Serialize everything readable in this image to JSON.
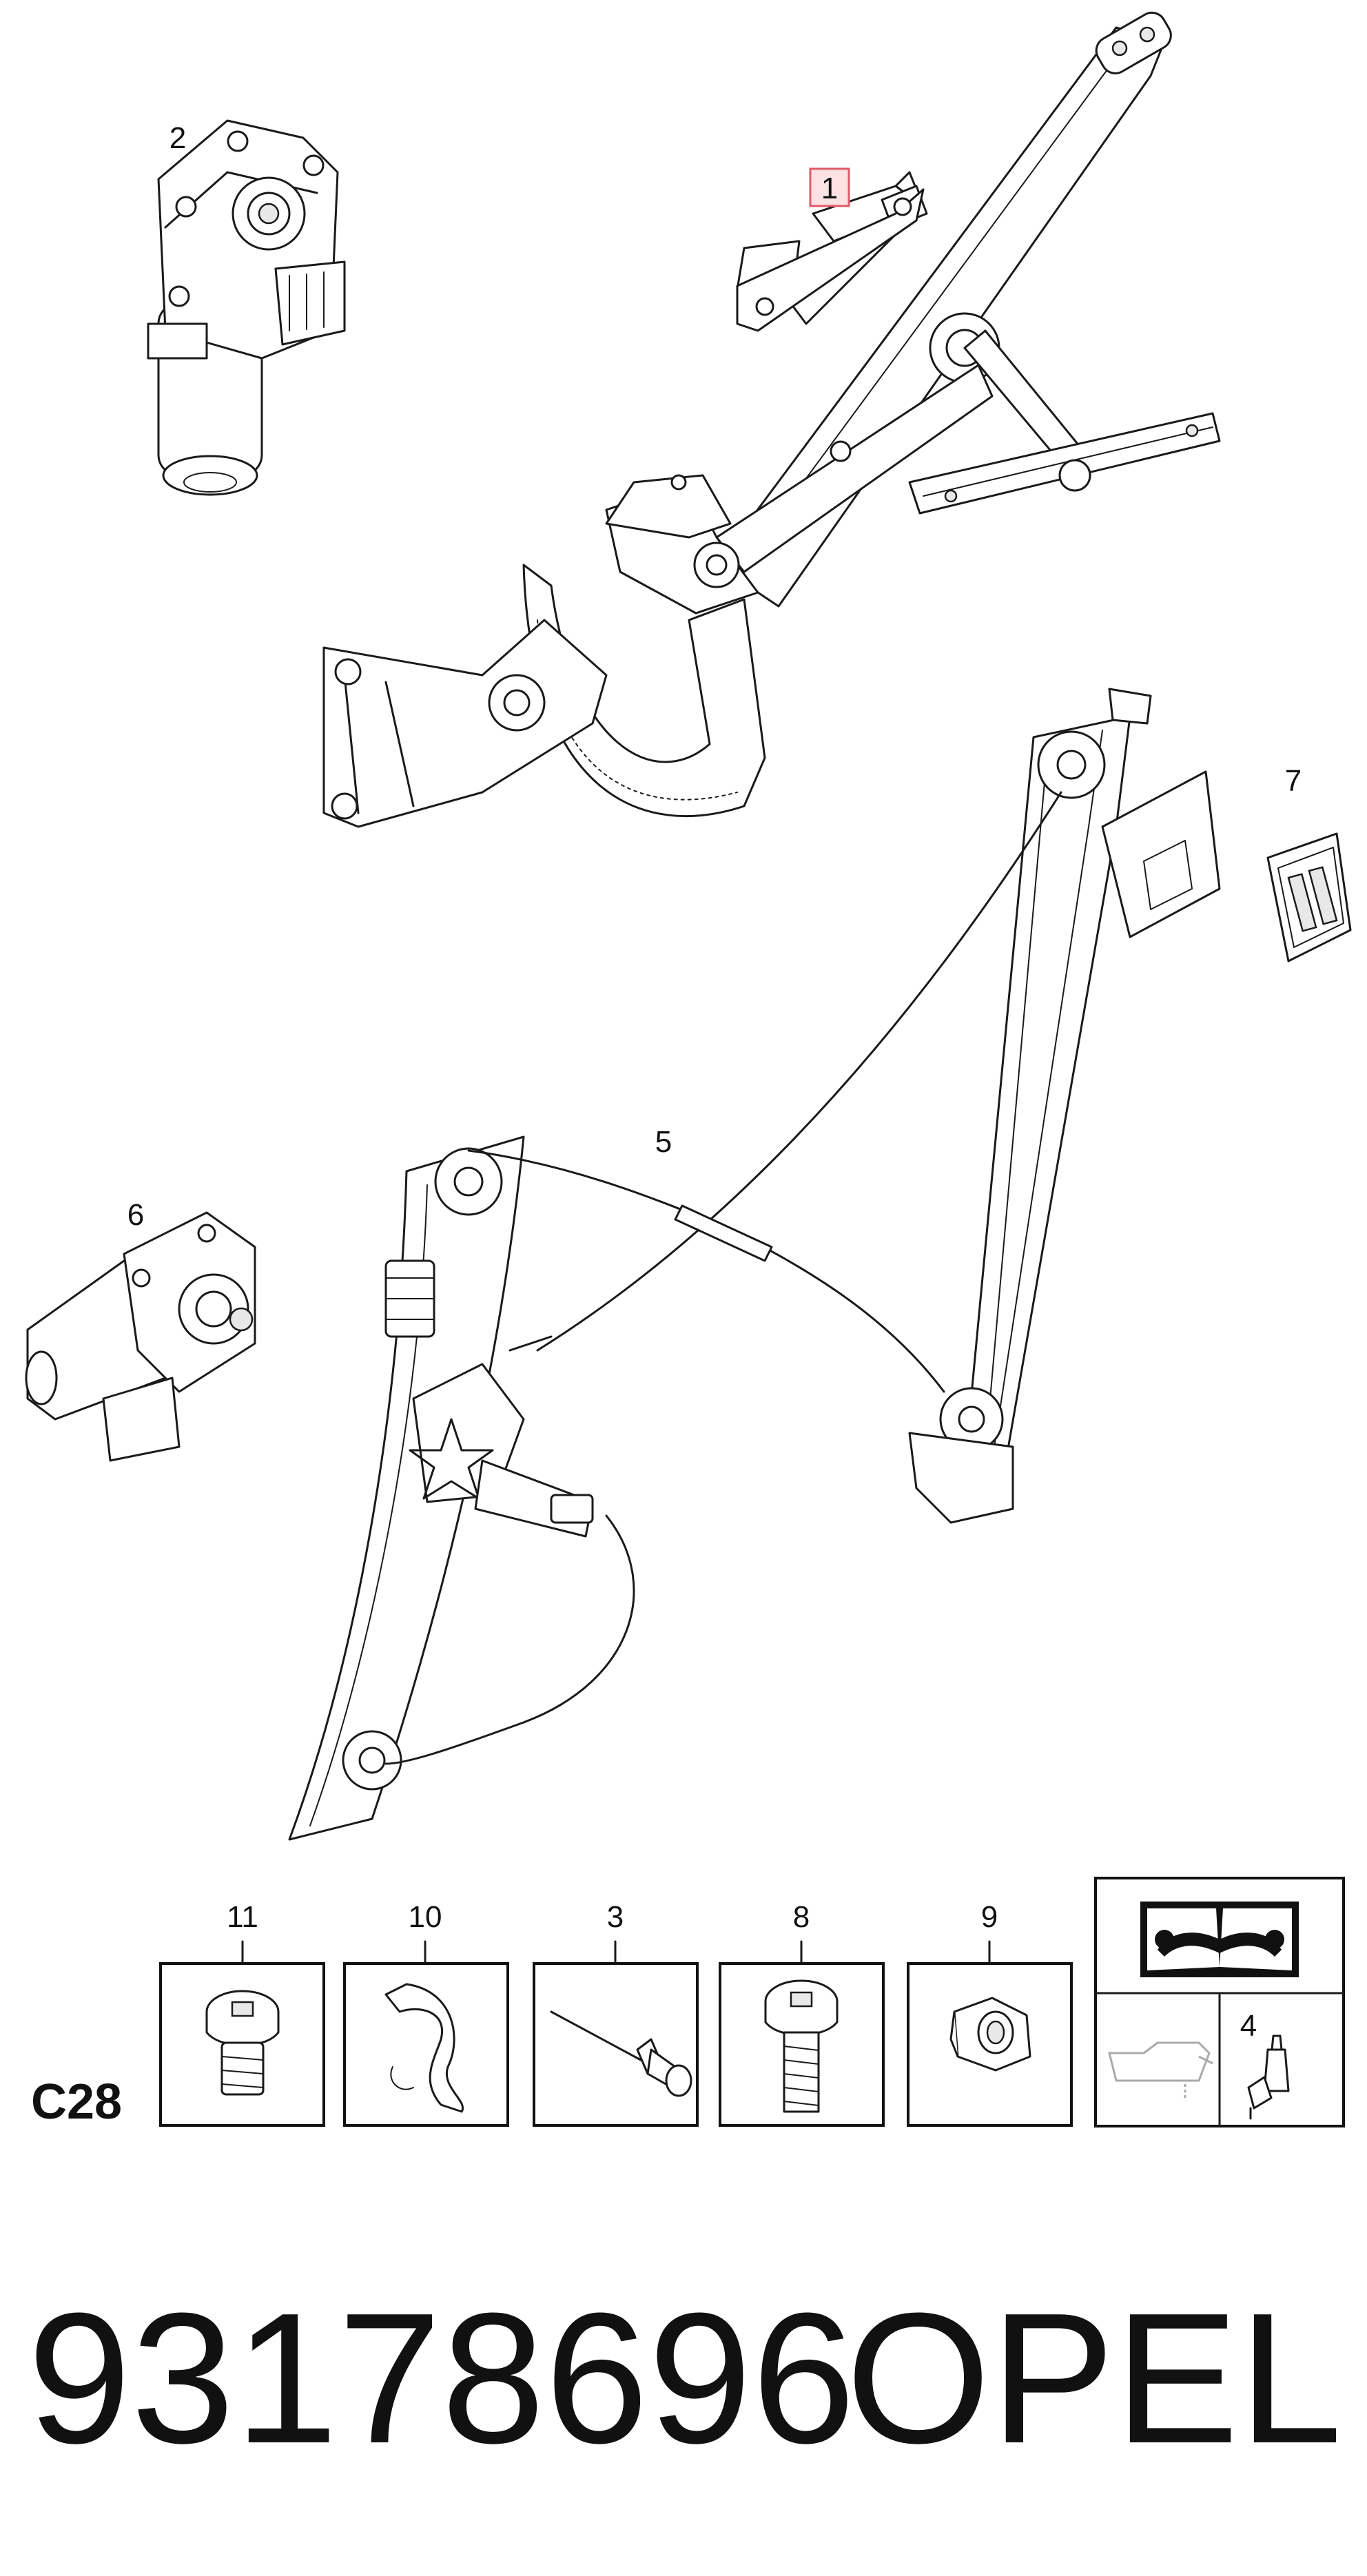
{
  "callouts": {
    "c1": "1",
    "c2": "2",
    "c5": "5",
    "c6": "6",
    "c7": "7",
    "k11": "11",
    "k10": "10",
    "k3": "3",
    "k8": "8",
    "k9": "9",
    "k4": "4"
  },
  "section_code": "C28",
  "part_number": "93178696",
  "brand": "OPEL",
  "highlight_color": "#e05a6a"
}
